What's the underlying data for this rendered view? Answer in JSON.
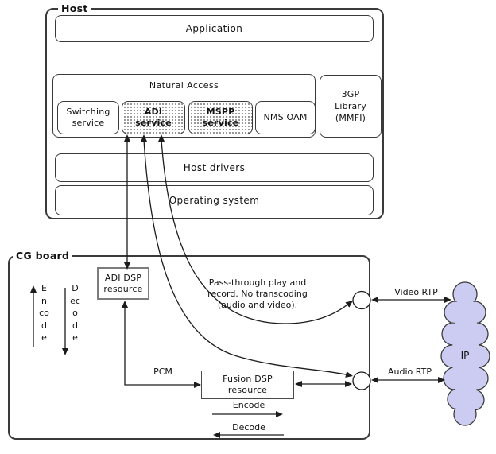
{
  "host": {
    "label": "Host",
    "application": "Application",
    "natural_access": {
      "title": "Natural Access",
      "services": [
        {
          "label": "Switching service"
        },
        {
          "label": "ADI service"
        },
        {
          "label": "MSPP service"
        },
        {
          "label": "NMS OAM"
        }
      ]
    },
    "library": "3GP Library (MMFI)",
    "host_drivers": "Host drivers",
    "operating_system": "Operating system"
  },
  "cg_board": {
    "label": "CG board",
    "adi_dsp_resource": "ADI DSP resource",
    "fusion_dsp_resource": "Fusion DSP resource",
    "encode_vertical": "Encode",
    "decode_vertical": "Decode",
    "pcm": "PCM",
    "passthrough_note": "Pass-through play and record. No transcoding (audio and video).",
    "encode_horizontal": "Encode",
    "decode_horizontal": "Decode"
  },
  "network": {
    "video_rtp": "Video RTP",
    "audio_rtp": "Audio RTP",
    "cloud_label": "IP",
    "cloud_fill": "#ccccf2",
    "line_color": "#1c1c1c"
  }
}
